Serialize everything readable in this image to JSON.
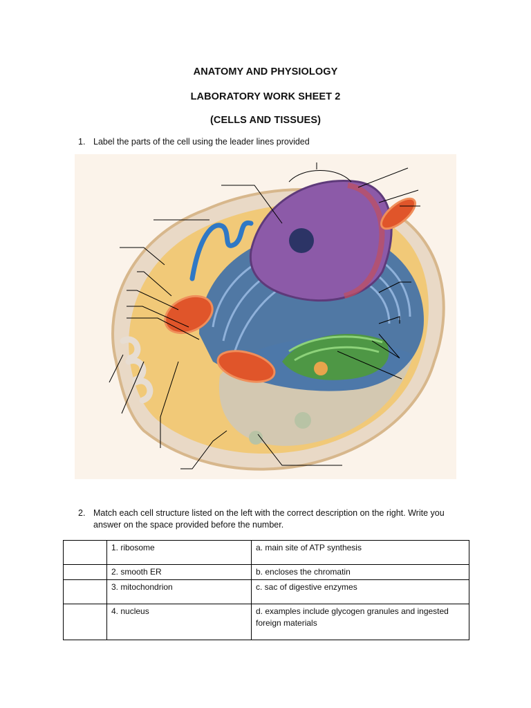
{
  "header": {
    "line1": "ANATOMY AND PHYSIOLOGY",
    "line2": "LABORATORY WORK SHEET 2",
    "line3": "(CELLS AND TISSUES)"
  },
  "question1": {
    "number": "1.",
    "text": "Label the parts of the cell using the leader lines provided"
  },
  "question2": {
    "number": "2.",
    "text_line1": "Match each cell structure listed on the left with the correct description on the right. Write you",
    "text_line2": "answer on the space provided before the number."
  },
  "match_table": {
    "rows": [
      {
        "structure": "1. ribosome",
        "description": "a. main site of ATP synthesis",
        "description2": ""
      },
      {
        "structure": "2. smooth ER",
        "description": "b. encloses the chromatin",
        "description2": ""
      },
      {
        "structure": "3. mitochondrion",
        "description": "c. sac of digestive enzymes",
        "description2": ""
      },
      {
        "structure": "4. nucleus",
        "description": "d. examples include glycogen granules and ingested",
        "description2": "foreign materials"
      }
    ]
  },
  "colors": {
    "cytoplasm": "#f2c66a",
    "nucleus": "#8c5aa8",
    "er": "#3e6fa8",
    "mitochondria": "#e0552a",
    "golgi": "#4f9a3a",
    "background": "#fbf3ea"
  }
}
